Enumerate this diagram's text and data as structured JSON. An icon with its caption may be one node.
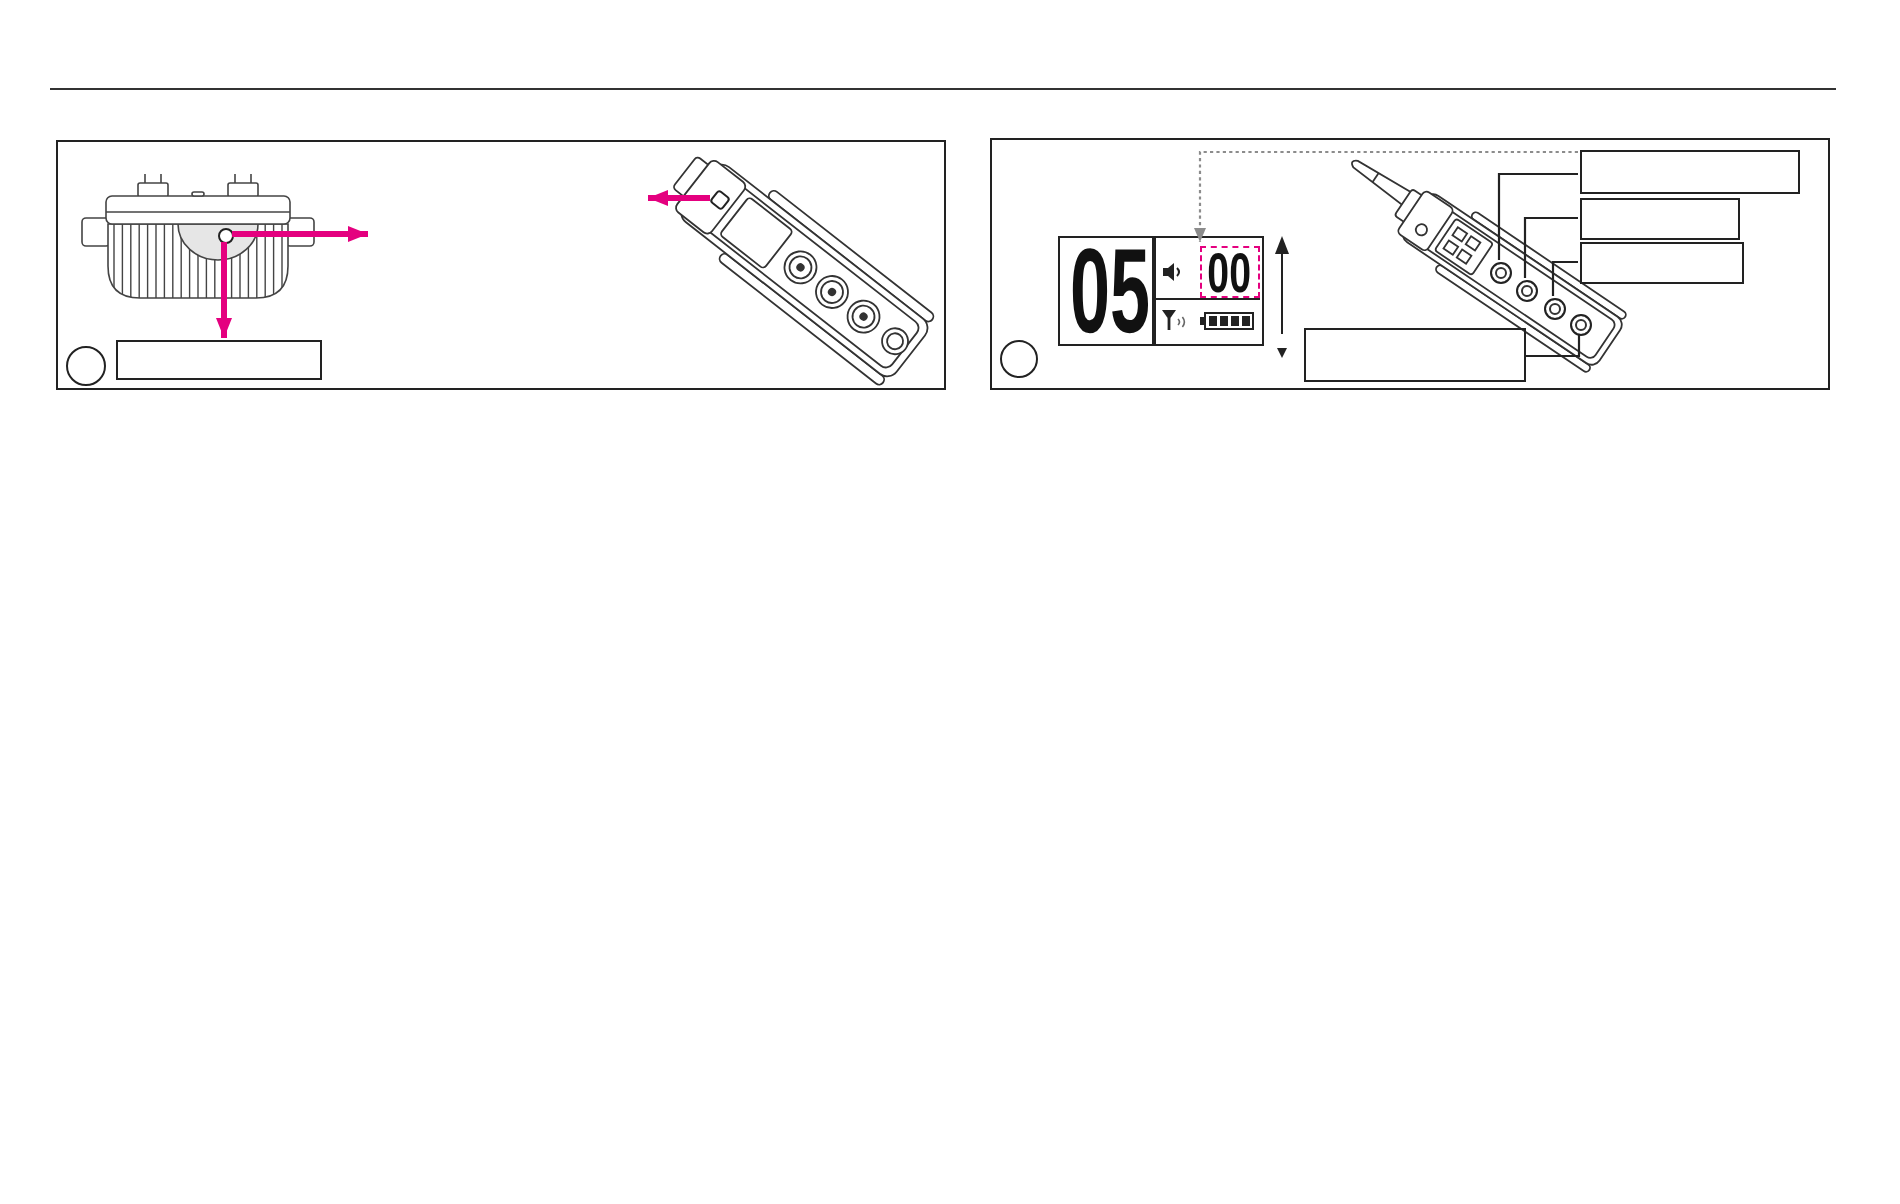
{
  "diagram": {
    "nodes": [
      {
        "text": [],
        "shape": "box"
      },
      {
        "text": [],
        "shape": "picture",
        "in": 0
      },
      {
        "text": [],
        "shape": "circle",
        "in": 1
      },
      {
        "text": [],
        "shape": "circle",
        "in": 0
      },
      {
        "text": [],
        "shape": "box",
        "in": 0
      },
      {
        "text": [],
        "shape": "picture",
        "in": 0
      },
      {
        "text": [],
        "shape": "box",
        "in": 5
      },
      {
        "text": [],
        "shape": "box"
      },
      {
        "text": [
          "05"
        ],
        "in": 7
      },
      {
        "text": [
          "00"
        ],
        "in": 8
      },
      {
        "text": [],
        "shape": "circle",
        "in": 7
      },
      {
        "text": [],
        "shape": "picture",
        "in": 7
      },
      {
        "text": [],
        "shape": "circle",
        "in": 11
      },
      {
        "text": [],
        "shape": "circle",
        "in": 11
      },
      {
        "text": [],
        "shape": "circle",
        "in": 11
      },
      {
        "text": [],
        "shape": "circle",
        "in": 11
      },
      {
        "text": [],
        "shape": "box",
        "in": 7
      },
      {
        "text": [],
        "shape": "box",
        "in": 7
      },
      {
        "text": [],
        "shape": "box",
        "in": 7
      },
      {
        "text": [],
        "shape": "box",
        "in": 7
      }
    ],
    "edges": [
      {
        "from": 2,
        "to": null,
        "arrow": "to",
        "style": "thick",
        "color": "#e4007f"
      },
      {
        "from": 2,
        "to": 4,
        "arrow": "to",
        "style": "thick",
        "color": "#e4007f"
      },
      {
        "from": 6,
        "to": null,
        "arrow": "to",
        "style": "thick",
        "color": "#e4007f"
      },
      {
        "from": 16,
        "to": 9,
        "arrow": "to",
        "style": "dashed",
        "color": "#8c8c8c"
      },
      {
        "from": 16,
        "to": 12,
        "arrow": "none"
      },
      {
        "from": 17,
        "to": 13,
        "arrow": "none"
      },
      {
        "from": 18,
        "to": 14,
        "arrow": "none"
      },
      {
        "from": 19,
        "to": 15,
        "arrow": "none"
      }
    ]
  }
}
